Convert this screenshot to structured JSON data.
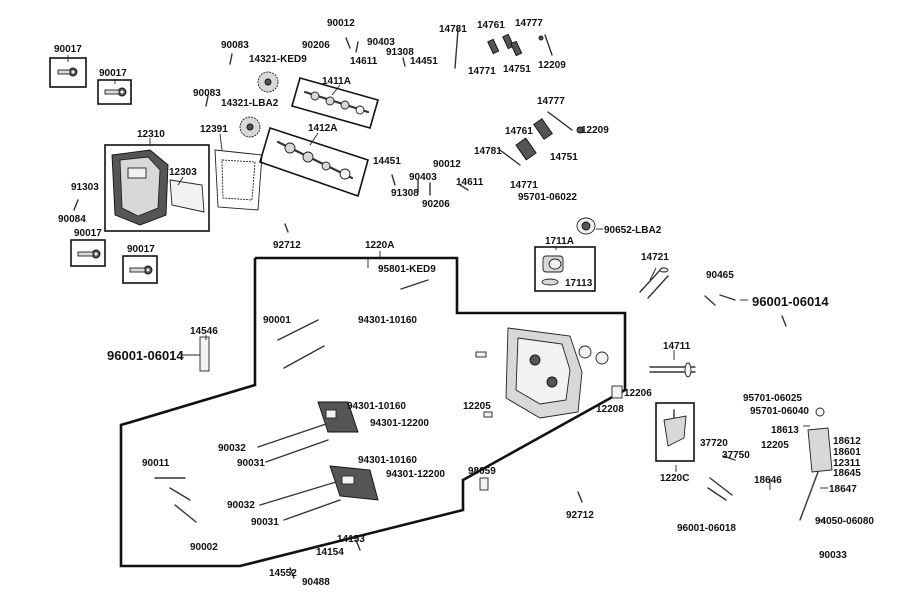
{
  "labels": {
    "l90017a": "90017",
    "l90017b": "90017",
    "l90017c": "90017",
    "l90017d": "90017",
    "l90083a": "90083",
    "l90083b": "90083",
    "l14321ked9": "14321-KED9",
    "l14321lba2": "14321-LBA2",
    "l90012a": "90012",
    "l90206a": "90206",
    "l90403a": "90403",
    "l91308a": "91308",
    "l14611a": "14611",
    "l14451a": "14451",
    "l14781a": "14781",
    "l14761a": "14761",
    "l14777a": "14777",
    "l14771a": "14771",
    "l14751a": "14751",
    "l12209a": "12209",
    "l1411a": "1411A",
    "l1412a": "1412A",
    "l12310": "12310",
    "l12303": "12303",
    "l12391": "12391",
    "l91303": "91303",
    "l90084": "90084",
    "l14777b": "14777",
    "l14761b": "14761",
    "l12209b": "12209",
    "l14781b": "14781",
    "l14751b": "14751",
    "l14771b": "14771",
    "l14451b": "14451",
    "l90012b": "90012",
    "l90403b": "90403",
    "l14611b": "14611",
    "l91308b": "91308",
    "l90206b": "90206",
    "l95701_06022": "95701-06022",
    "l90652lba2": "90652-LBA2",
    "l1711a": "1711A",
    "l17113": "17113",
    "l92712a": "92712",
    "l1220a": "1220A",
    "l95801ked9": "95801-KED9",
    "l14721": "14721",
    "l90465": "90465",
    "l96001_06014r": "96001-06014",
    "l14546": "14546",
    "l96001_06014l": "96001-06014",
    "l90001": "90001",
    "l94301_10160a": "94301-10160",
    "l14711": "14711",
    "l12206": "12206",
    "l12205a": "12205",
    "l12208": "12208",
    "l95701_06025": "95701-06025",
    "l95701_06040": "95701-06040",
    "l94301_10160b": "94301-10160",
    "l94301_12200a": "94301-12200",
    "l18613": "18613",
    "l18612": "18612",
    "l18601": "18601",
    "l12311": "12311",
    "l18645": "18645",
    "l90032a": "90032",
    "l90031a": "90031",
    "l37720": "37720",
    "l37750": "37750",
    "l12205b": "12205",
    "l94301_10160c": "94301-10160",
    "l94301_12200b": "94301-12200",
    "l90011": "90011",
    "l98059": "98059",
    "l1220c": "1220C",
    "l18646": "18646",
    "l18647": "18647",
    "l90032b": "90032",
    "l92712b": "92712",
    "l90031b": "90031",
    "l96001_06018": "96001-06018",
    "l94050_06080": "94050-06080",
    "l90002": "90002",
    "l14153": "14153",
    "l14154": "14154",
    "l90033": "90033",
    "l14552": "14552",
    "l90488": "90488"
  }
}
